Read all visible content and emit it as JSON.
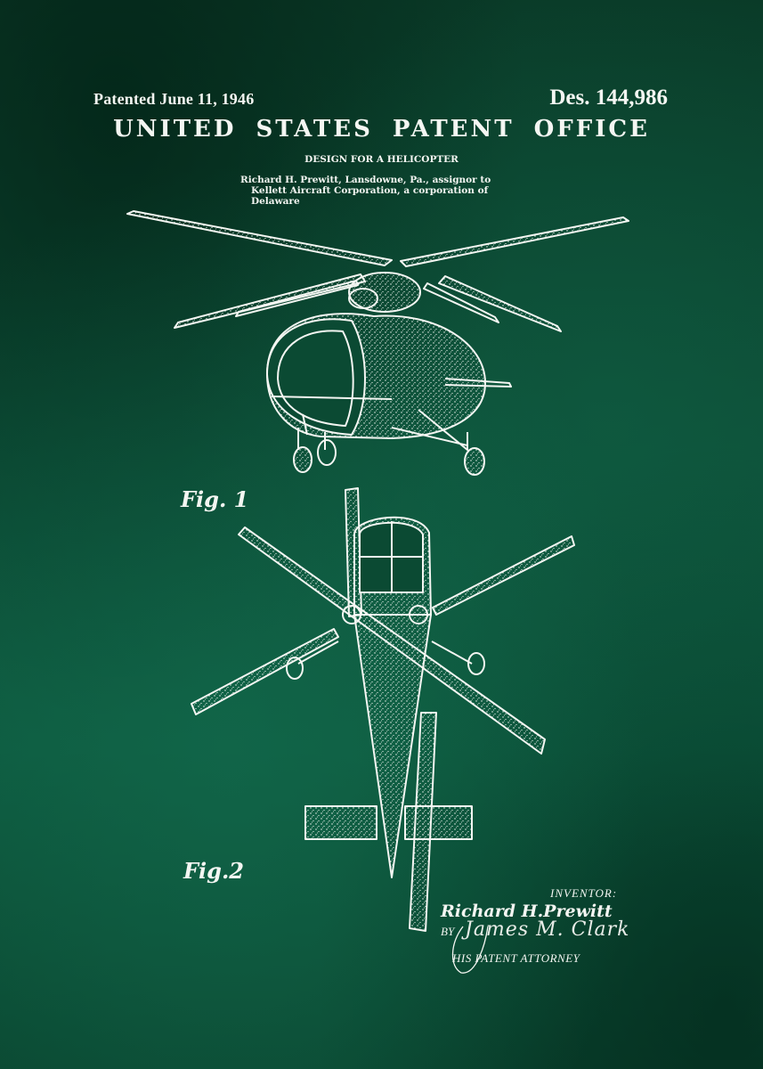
{
  "header": {
    "patented_date": "Patented June 11, 1946",
    "design_number": "Des. 144,986",
    "office_title": "UNITED STATES PATENT OFFICE",
    "design_title": "DESIGN FOR A HELICOPTER",
    "assignor_lines": [
      "Richard H. Prewitt, Lansdowne, Pa., assignor to",
      "Kellett Aircraft Corporation, a corporation of",
      "Delaware"
    ]
  },
  "figures": [
    {
      "label": "Fig. 1",
      "description": "Front perspective view of helicopter with twin intermeshing rotors"
    },
    {
      "label": "Fig.2",
      "description": "Top plan view of helicopter"
    }
  ],
  "signature": {
    "inventor_label": "INVENTOR:",
    "inventor_name": "Richard H.Prewitt",
    "by_label": "BY",
    "attorney_signature": "James M. Clark",
    "attorney_label": "HIS PATENT ATTORNEY"
  },
  "colors": {
    "background": "#0b4a33",
    "ink": "#f4f6f2"
  }
}
